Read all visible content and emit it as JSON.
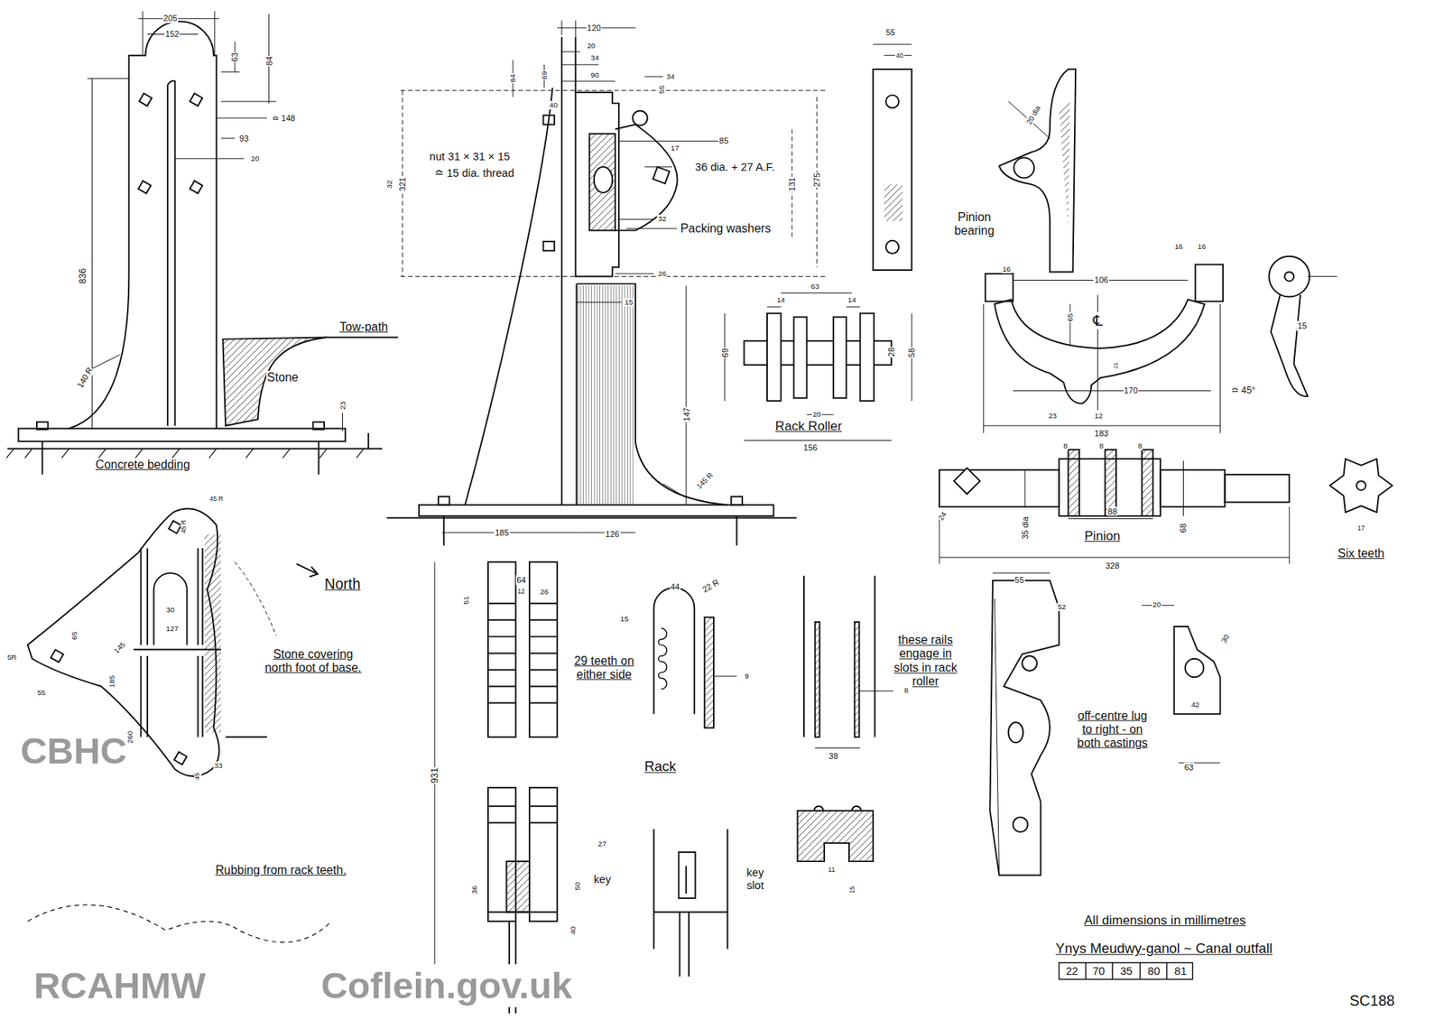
{
  "diagram": {
    "title": "Ynys Meudwy-ganol ~ Canal outfall",
    "labels": [
      "205",
      "152",
      "63",
      "84",
      "≏ 148",
      "93",
      "20",
      "836",
      "140 R",
      "Tow-path",
      "Stone",
      "23",
      "Concrete bedding",
      "120",
      "20",
      "34",
      "90",
      "84",
      "69",
      "34",
      "55",
      "40",
      "85",
      "nut 31 × 31 × 15",
      "≏ 15 dia. thread",
      "32",
      "321",
      "17",
      "36 dia. + 27 A.F.",
      "131",
      "275",
      "32",
      "Packing washers",
      "26",
      "15",
      "147",
      "145 R",
      "185",
      "126",
      "55",
      "40",
      "20 dia",
      "Pinion bearing",
      "63",
      "14",
      "14",
      "69",
      "28",
      "58",
      "20",
      "Rack Roller",
      "156",
      "16",
      "16",
      "16",
      "106",
      "65",
      "℄",
      "21",
      "170",
      "23",
      "12",
      "183",
      "15",
      "≏ 45°",
      "8",
      "8",
      "8",
      "24",
      "35 dia",
      "88",
      "68",
      "Pinion",
      "328",
      "17",
      "Six teeth",
      "45 R",
      "45 R",
      "30",
      "145",
      "127",
      "65",
      "5R",
      "55",
      "185",
      "260",
      "33",
      "45",
      "North",
      "Stone covering north foot of base.",
      "Rubbing from rack teeth.",
      "64",
      "12",
      "26",
      "51",
      "29 teeth on either side",
      "931",
      "44",
      "22 R",
      "15",
      "9",
      "these rails engage in slots in rack roller",
      "8",
      "38",
      "Rack",
      "27",
      "key",
      "50",
      "36",
      "40",
      "key slot",
      "11",
      "15",
      "55",
      "52",
      "off-centre lug to right - on both castings",
      "20",
      "30",
      "42",
      "63",
      "All dimensions in millimetres",
      "22",
      "70",
      "35",
      "80",
      "81",
      "SC188",
      "CBHC",
      "RCAHMW",
      "Coflein.gov.uk"
    ]
  }
}
